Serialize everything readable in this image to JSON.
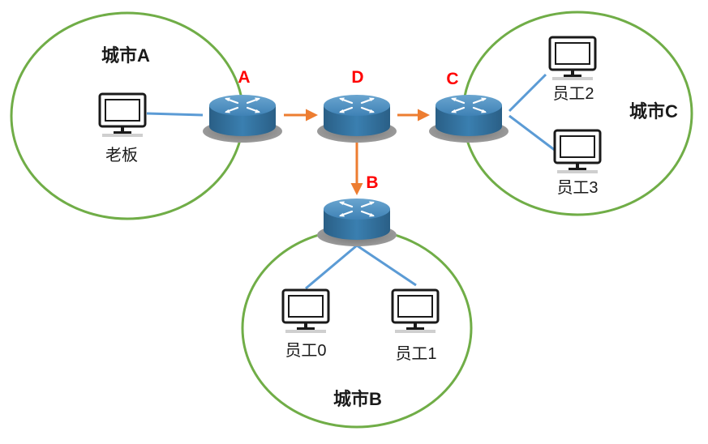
{
  "colors": {
    "city_outline": "#70ad47",
    "link_blue": "#5b9bd5",
    "link_orange": "#ed7d31",
    "router_label": "#ff0000",
    "router_top": "#4f8fbf",
    "router_side": "#2f6d98"
  },
  "cities": {
    "a": "城市A",
    "b": "城市B",
    "c": "城市C"
  },
  "routers": {
    "a": "A",
    "d": "D",
    "c": "C",
    "b": "B"
  },
  "computers": {
    "boss": "老板",
    "staff0": "员工0",
    "staff1": "员工1",
    "staff2": "员工2",
    "staff3": "员工3"
  },
  "icons": {
    "router": "router-icon",
    "computer": "computer-monitor-icon"
  }
}
